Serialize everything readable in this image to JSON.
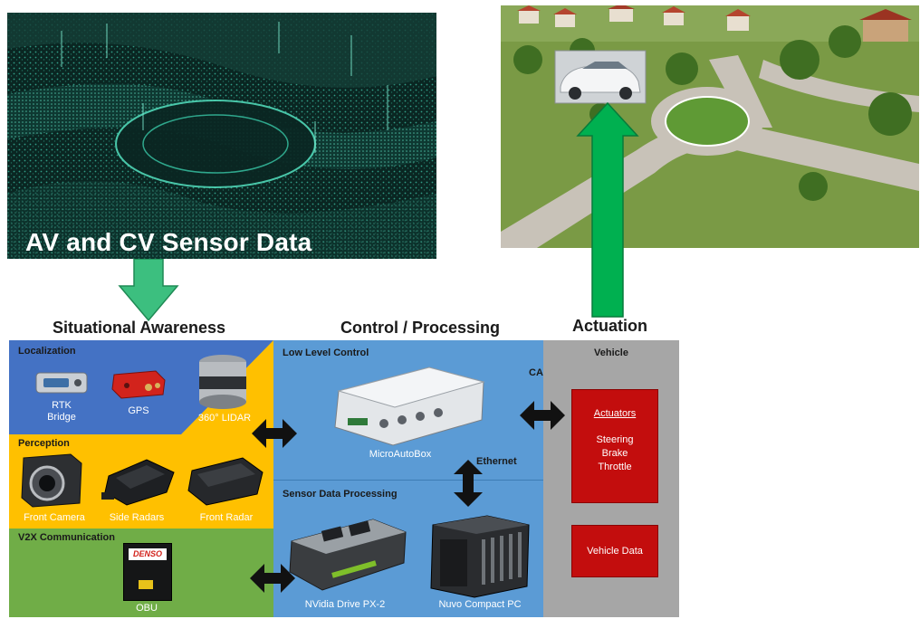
{
  "top_images": {
    "sensor_data_title": "AV and CV Sensor Data"
  },
  "headings": {
    "situational_awareness": "Situational Awareness",
    "control_processing": "Control / Processing",
    "actuation": "Actuation"
  },
  "situational_awareness": {
    "localization": {
      "title": "Localization",
      "devices": [
        "RTK\nBridge",
        "GPS",
        "360° LIDAR"
      ]
    },
    "perception": {
      "title": "Perception",
      "devices": [
        "Front Camera",
        "Side Radars",
        "Front Radar"
      ]
    },
    "v2x": {
      "title": "V2X Communication",
      "devices": [
        "OBU"
      ],
      "obu_brand": "DENSO"
    }
  },
  "control_processing": {
    "low_level_control": {
      "title": "Low Level Control",
      "device": "MicroAutoBox"
    },
    "sensor_data_processing": {
      "title": "Sensor Data Processing",
      "devices": [
        "NVidia Drive PX-2",
        "Nuvo Compact PC"
      ]
    },
    "links": {
      "can": "CAN",
      "ethernet": "Ethernet"
    }
  },
  "vehicle": {
    "title": "Vehicle",
    "actuators": {
      "title": "Actuators",
      "items": [
        "Steering",
        "Brake",
        "Throttle"
      ]
    },
    "vehicle_data": "Vehicle Data"
  },
  "colors": {
    "localization_bg": "#4472c4",
    "perception_bg": "#ffc000",
    "v2x_bg": "#70ad47",
    "control_bg": "#5b9bd5",
    "vehicle_bg": "#a6a6a6",
    "red_box": "#c00000",
    "green_arrow": "#00b050",
    "lidar_green": "#3fc4a6"
  }
}
